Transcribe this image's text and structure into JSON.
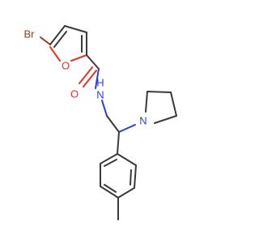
{
  "molecule": {
    "atoms": {
      "br": {
        "label": "Br",
        "color": "#a0391c"
      },
      "furan_o": {
        "label": "O",
        "color": "#e8322a"
      },
      "carbonyl_o": {
        "label": "O",
        "color": "#e8322a"
      },
      "amide_n": {
        "label": "N",
        "color": "#2a3ed6"
      },
      "amide_h": {
        "label": "H",
        "color": "#2a3ed6"
      },
      "pyrrolidine_n": {
        "label": "N",
        "color": "#2a3ed6"
      }
    }
  }
}
